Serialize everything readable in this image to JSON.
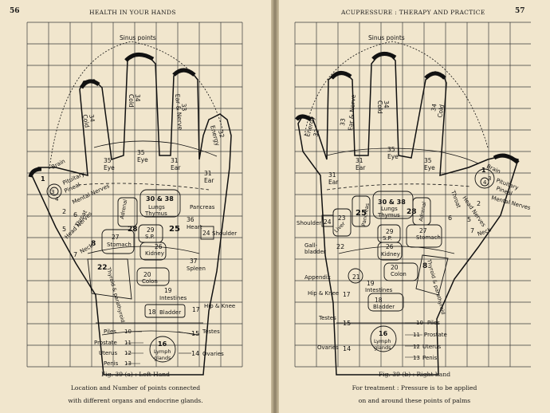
{
  "left_page": {
    "page_number": "56",
    "header": "HEALTH IN YOUR HANDS",
    "caption_fig": "Fig. 39  (a) : Left Hand",
    "caption_line1": "Location and Number of points connected",
    "caption_line2": "with different organs and endocrine glands.",
    "labels": {
      "sinus": "Sinus points",
      "brain": "Brain",
      "pituitary": "Pituitary",
      "pineal": "Pineal",
      "mental_nerves": "Mental Nerves",
      "throat": "Throat",
      "head_nerves": "Head Nerves",
      "neck": "Neck",
      "cold_l": "Cold",
      "n34_l": "34",
      "cold_m": "Cold",
      "n34_m": "34",
      "ear_nerve": "Ear & Nerve",
      "n33": "33",
      "energy": "Energy",
      "n32": "32",
      "n35a": "35",
      "eye_a": "Eye",
      "n35b": "35",
      "eye_b": "Eye",
      "n31a": "31",
      "ear_a": "Ear",
      "n31b": "31",
      "ear_b": "Ear",
      "lungs_num": "30 & 38",
      "lungs": "Lungs",
      "thymus": "Thymus",
      "adrenal": "Adrenal",
      "n28": "28",
      "pancreas": "Pancreas",
      "n36": "36",
      "heart": "Heart",
      "n25": "25",
      "n29": "29",
      "sp": "S.P.",
      "n24": "24",
      "shoulder": "Shoulder",
      "n27": "27",
      "stomach": "Stomach",
      "n26": "26",
      "kidney": "Kidney",
      "n37": "37",
      "spleen": "Spleen",
      "n22": "22",
      "thyroid": "Thyroid & parathyroid",
      "n20": "20",
      "colon": "Colon",
      "n19": "19",
      "intestines": "Intestines",
      "n18": "18",
      "bladder": "Bladder",
      "n17": "17",
      "hip_knee": "Hip & Knee",
      "n15": "15",
      "testes": "Testes",
      "piles": "Piles",
      "n10": "10",
      "prostate": "Prostate",
      "n11": "11",
      "uterus": "Uterus",
      "n12": "12",
      "penis": "Penis",
      "n13": "13",
      "n16": "16",
      "lymph": "Lymph",
      "glands": "glands",
      "n14": "14",
      "ovaries": "Ovaries",
      "n1": "1",
      "n2": "2",
      "n3": "3",
      "n4": "4",
      "n5": "5",
      "n6": "6",
      "n7": "7",
      "n8": "8"
    }
  },
  "right_page": {
    "page_number": "57",
    "header": "ACUPRESSURE : THERAPY AND PRACTICE",
    "caption_fig": "Fig. 39 (b) : Right hand",
    "caption_line1": "For treatment : Pressure is to be applied",
    "caption_line2": "on and around these points of palms",
    "labels": {
      "sinus": "Sinus points",
      "energy": "Energy",
      "n32": "32",
      "ear_nerve": "Ear & Nerve",
      "n33": "33",
      "cold_a": "Cold",
      "n34_a": "34",
      "cold_b": "Cold",
      "n34_b": "34",
      "n31a": "31",
      "ear_a": "Ear",
      "n31b": "31",
      "ear_b": "Ear",
      "n35a": "35",
      "eye_a": "Eye",
      "n35b": "35",
      "eye_b": "Eye",
      "brain": "Brain",
      "pituitary": "Pituitary",
      "pineal": "Pineal",
      "mental_nerves": "Mental Nerves",
      "throat": "Throat",
      "head_nerves": "Head Nerves",
      "neck": "Neck",
      "shoulder": "Shoulder",
      "n24": "24",
      "n23": "23",
      "liver": "Liver",
      "n25": "25",
      "pancreas": "Pancreas",
      "lungs_num": "30 & 38",
      "lungs": "Lungs",
      "thymus": "Thymus",
      "adrenal": "Adrenal",
      "n28": "28",
      "n29": "29",
      "sp": "S.P.",
      "n27": "27",
      "stomach": "Stomach",
      "gall": "Gall-",
      "bladder_word": "bladder",
      "n22": "22",
      "n26": "26",
      "kidney": "Kidney",
      "thyroid": "Thyroid & parathyroid",
      "n20": "20",
      "colon": "Colon",
      "appendix": "Appendix",
      "n21": "21",
      "n19": "19",
      "intestines": "Intestines",
      "hip_knee": "Hip & Knee",
      "n17": "17",
      "n18": "18",
      "bladder": "Bladder",
      "testes": "Testes",
      "n15": "15",
      "n10": "10",
      "piles": "Piles",
      "n11": "11",
      "prostate": "Prostate",
      "n12": "12",
      "uterus": "Uterus",
      "n13": "13",
      "penis": "Penis",
      "n16": "16",
      "lymph": "Lymph",
      "glands": "glands",
      "ovaries": "Ovaries",
      "n14": "14",
      "n1": "1",
      "n2": "2",
      "n3": "3",
      "n4": "4",
      "n5": "5",
      "n6": "6",
      "n7": "7",
      "n8": "8"
    }
  },
  "colors": {
    "paper": "#f1e6cd",
    "ink": "#111111",
    "grid": "#3a3a3a"
  }
}
